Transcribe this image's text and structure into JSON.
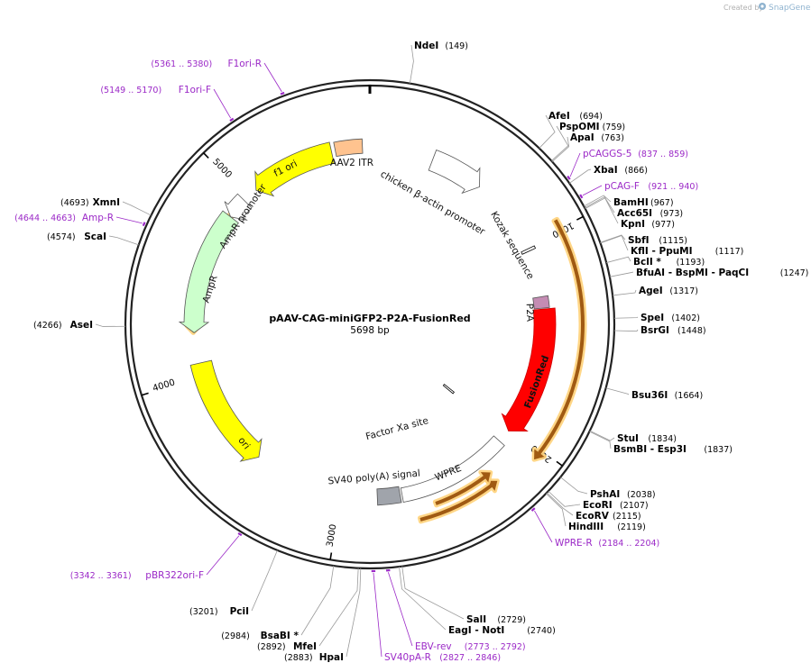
{
  "header": {
    "created_by": "Created by",
    "brand": "SnapGene",
    "brand_icon": "snapgene-logo-icon"
  },
  "plasmid": {
    "name": "pAAV-CAG-miniGFP2-P2A-FusionRed",
    "length": 5698,
    "size_text": "5698 bp"
  },
  "ticks": [
    {
      "bp": 1000,
      "label": "1000"
    },
    {
      "bp": 2000,
      "label": "2000"
    },
    {
      "bp": 3000,
      "label": "3000"
    },
    {
      "bp": 4000,
      "label": "4000"
    },
    {
      "bp": 5000,
      "label": "5000"
    }
  ],
  "features": [
    {
      "id": "aav2-itr-left",
      "label": "AAV2 ITR",
      "start": 5520,
      "end": 5660,
      "type": "box",
      "color": "#ffc38f"
    },
    {
      "id": "f1-ori",
      "label": "f1 ori",
      "start": 5060,
      "end": 5500,
      "type": "arrow",
      "direction": -1,
      "color": "#ffff00"
    },
    {
      "id": "chicken-actin-promoter",
      "label": "chicken β-actin promoter",
      "start": 330,
      "end": 610,
      "type": "arrow",
      "direction": 1,
      "color": "#ffffff"
    },
    {
      "id": "kozak",
      "label": "Kozak sequence",
      "start": 1020,
      "end": 1030,
      "type": "tick"
    },
    {
      "id": "p2a",
      "label": "P2A",
      "start": 1280,
      "end": 1340,
      "type": "box",
      "color": "#c48cb3"
    },
    {
      "id": "fusionred",
      "label": "FusionRed",
      "start": 1345,
      "end": 2020,
      "type": "arrow",
      "direction": 1,
      "color": "#ff0000"
    },
    {
      "id": "factor-xa",
      "label": "Factor Xa site",
      "start": 2040,
      "end": 2052,
      "type": "tick"
    },
    {
      "id": "wpre",
      "label": "WPRE",
      "start": 2090,
      "end": 2680,
      "type": "box",
      "color": "#ffffff"
    },
    {
      "id": "sv40-polya",
      "label": "SV40 poly(A) signal",
      "start": 2690,
      "end": 2810,
      "type": "box",
      "color": "#a0a4ab"
    },
    {
      "id": "ori",
      "label": "ori",
      "start": 3480,
      "end": 4070,
      "type": "arrow",
      "direction": -1,
      "color": "#ffff00"
    },
    {
      "id": "ampr",
      "label": "AmpR",
      "start": 4230,
      "end": 4870,
      "type": "arrow",
      "direction": -1,
      "color": "#ccffcc"
    },
    {
      "id": "ampr-promoter",
      "label": "AmpR promoter",
      "start": 4870,
      "end": 4980,
      "type": "arrow",
      "direction": -1,
      "color": "#ffffff"
    }
  ],
  "orfs": [
    {
      "id": "orf-1",
      "start": 960,
      "end": 2050,
      "direction": 1
    },
    {
      "id": "orf-2",
      "start": 2230,
      "end": 2620,
      "direction": -1
    },
    {
      "id": "orf-3",
      "start": 2230,
      "end": 2530,
      "direction": -1
    },
    {
      "id": "orf-4",
      "start": 4230,
      "end": 4870,
      "direction": -1
    }
  ],
  "sites": [
    {
      "name": "NdeI",
      "pos": 149,
      "pos_text": "(149)"
    },
    {
      "name": "AfeI",
      "pos": 694,
      "pos_text": "(694)"
    },
    {
      "name": "PspOMI",
      "pos": 759,
      "pos_text": "(759)"
    },
    {
      "name": "ApaI",
      "pos": 763,
      "pos_text": "(763)"
    },
    {
      "name": "XbaI",
      "pos": 866,
      "pos_text": "(866)"
    },
    {
      "name": "BamHI",
      "pos": 967,
      "pos_text": "(967)"
    },
    {
      "name": "Acc65I",
      "pos": 973,
      "pos_text": "(973)"
    },
    {
      "name": "KpnI",
      "pos": 977,
      "pos_text": "(977)"
    },
    {
      "name": "SbfI",
      "pos": 1115,
      "pos_text": "(1115)"
    },
    {
      "name": "KflI  - PpuMI",
      "pos": 1117,
      "pos_text": "(1117)"
    },
    {
      "name": "BclI *",
      "pos": 1193,
      "pos_text": "(1193)"
    },
    {
      "name": "BfuAI  - BspMI  - PaqCI",
      "pos": 1247,
      "pos_text": "(1247)"
    },
    {
      "name": "AgeI",
      "pos": 1317,
      "pos_text": "(1317)"
    },
    {
      "name": "SpeI",
      "pos": 1402,
      "pos_text": "(1402)"
    },
    {
      "name": "BsrGI",
      "pos": 1448,
      "pos_text": "(1448)"
    },
    {
      "name": "Bsu36I",
      "pos": 1664,
      "pos_text": "(1664)"
    },
    {
      "name": "StuI",
      "pos": 1834,
      "pos_text": "(1834)"
    },
    {
      "name": "BsmBI  - Esp3I",
      "pos": 1837,
      "pos_text": "(1837)"
    },
    {
      "name": "PshAI",
      "pos": 2038,
      "pos_text": "(2038)"
    },
    {
      "name": "EcoRI",
      "pos": 2107,
      "pos_text": "(2107)"
    },
    {
      "name": "EcoRV",
      "pos": 2115,
      "pos_text": "(2115)"
    },
    {
      "name": "HindIII",
      "pos": 2119,
      "pos_text": "(2119)"
    },
    {
      "name": "SalI",
      "pos": 2729,
      "pos_text": "(2729)"
    },
    {
      "name": "EagI  - NotI",
      "pos": 2740,
      "pos_text": "(2740)"
    },
    {
      "name": "HpaI",
      "pos": 2883,
      "pos_text": "(2883)"
    },
    {
      "name": "MfeI",
      "pos": 2892,
      "pos_text": "(2892)"
    },
    {
      "name": "BsaBI *",
      "pos": 2984,
      "pos_text": "(2984)"
    },
    {
      "name": "PciI",
      "pos": 3201,
      "pos_text": "(3201)"
    },
    {
      "name": "AseI",
      "pos": 4266,
      "pos_text": "(4266)"
    },
    {
      "name": "ScaI",
      "pos": 4574,
      "pos_text": "(4574)"
    },
    {
      "name": "XmnI",
      "pos": 4693,
      "pos_text": "(4693)"
    }
  ],
  "primers": [
    {
      "name": "pCAGGS-5",
      "pos": 848,
      "range": "(837 .. 859)"
    },
    {
      "name": "pCAG-F",
      "pos": 930,
      "range": "(921 .. 940)"
    },
    {
      "name": "WPRE-R",
      "pos": 2194,
      "range": "(2184 .. 2204)"
    },
    {
      "name": "EBV-rev",
      "pos": 2782,
      "range": "(2773 .. 2792)"
    },
    {
      "name": "SV40pA-R",
      "pos": 2836,
      "range": "(2827 .. 2846)"
    },
    {
      "name": "pBR322ori-F",
      "pos": 3351,
      "range": "(3342 .. 3361)"
    },
    {
      "name": "Amp-R",
      "pos": 4653,
      "range": "(4644 .. 4663)"
    },
    {
      "name": "F1ori-F",
      "pos": 5160,
      "range": "(5149 .. 5170)"
    },
    {
      "name": "F1ori-R",
      "pos": 5370,
      "range": "(5361 .. 5380)"
    }
  ]
}
